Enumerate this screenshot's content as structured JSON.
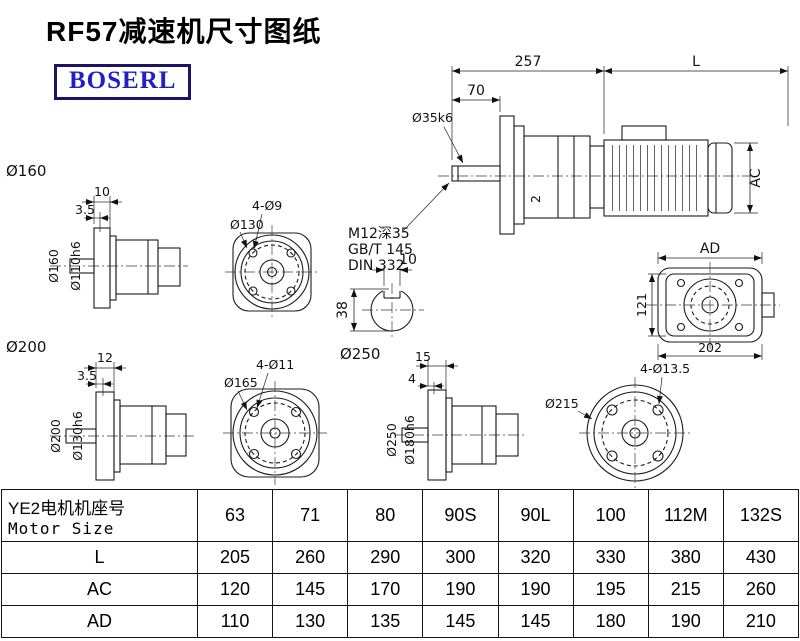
{
  "page": {
    "title": "RF57减速机尺寸图纸",
    "logo": "BOSERL"
  },
  "main_view": {
    "dim_257": "257",
    "dim_l": "L",
    "dim_70": "70",
    "shaft_label": "Ø35k6",
    "dim_ac": "AC",
    "dim_2": "2",
    "note_tap": "M12深35",
    "note_gb": "GB/T 145",
    "note_din": "DIN 332"
  },
  "flange160_view": {
    "section_label": "Ø160",
    "dim_10": "10",
    "dim_3_5": "3.5",
    "dim_od": "Ø160",
    "dim_spigot": "Ø110h6"
  },
  "flange130_view": {
    "dim_bolt": "4-Ø9",
    "dim_od": "Ø130"
  },
  "key_section": {
    "dim_10": "10",
    "dim_38": "38"
  },
  "motor_rear_view": {
    "dim_ad": "AD",
    "dim_121": "121",
    "dim_202": "202"
  },
  "flange200_view": {
    "section_label": "Ø200",
    "dim_12": "12",
    "dim_3_5": "3.5",
    "dim_od": "Ø200",
    "dim_spigot": "Ø130h6"
  },
  "flange165_view": {
    "section_label": "Ø250",
    "dim_bolt": "4-Ø11",
    "dim_od": "Ø165"
  },
  "flange250_view": {
    "dim_15": "15",
    "dim_4": "4",
    "dim_od": "Ø250",
    "dim_spigot": "Ø180h6"
  },
  "flange215_view": {
    "dim_bolt": "4-Ø13.5",
    "dim_od": "Ø215"
  },
  "table": {
    "header_cn": "YE2电机机座号",
    "header_en": "Motor Size",
    "columns": [
      "63",
      "71",
      "80",
      "90S",
      "90L",
      "100",
      "112M",
      "132S"
    ],
    "rows": [
      {
        "label": "L",
        "values": [
          "205",
          "260",
          "290",
          "300",
          "320",
          "330",
          "380",
          "430"
        ]
      },
      {
        "label": "AC",
        "values": [
          "120",
          "145",
          "170",
          "190",
          "190",
          "195",
          "215",
          "260"
        ]
      },
      {
        "label": "AD",
        "values": [
          "110",
          "130",
          "135",
          "145",
          "145",
          "180",
          "190",
          "210"
        ]
      }
    ]
  }
}
